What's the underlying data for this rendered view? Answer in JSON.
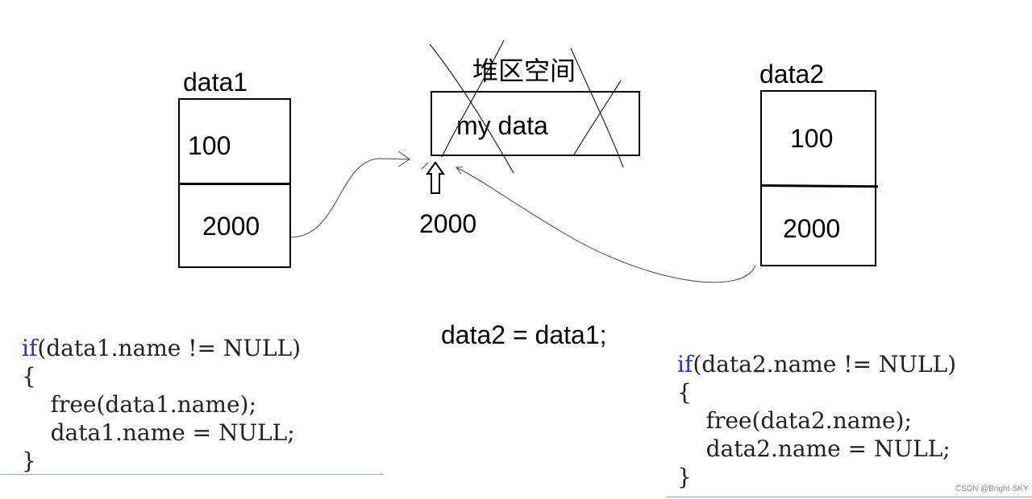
{
  "data1": {
    "title": "data1",
    "field1": "100",
    "field2": "2000"
  },
  "heap": {
    "title": "堆区空间",
    "content": "my data",
    "address": "2000"
  },
  "data2": {
    "title": "data2",
    "field1": "100",
    "field2": "2000"
  },
  "assignment": "data2 = data1;",
  "code_left": {
    "kw": "if",
    "line1_rest": "(data1.name != NULL)",
    "line2": "{",
    "line3": "    free(data1.name);",
    "line4": "    data1.name = NULL;",
    "line5": "}"
  },
  "code_right": {
    "kw": "if",
    "line1_rest": "(data2.name != NULL)",
    "line2": "{",
    "line3": "    free(data2.name);",
    "line4": "    data2.name = NULL;",
    "line5": "}"
  },
  "watermark": "CSDN @Bright-SKY"
}
